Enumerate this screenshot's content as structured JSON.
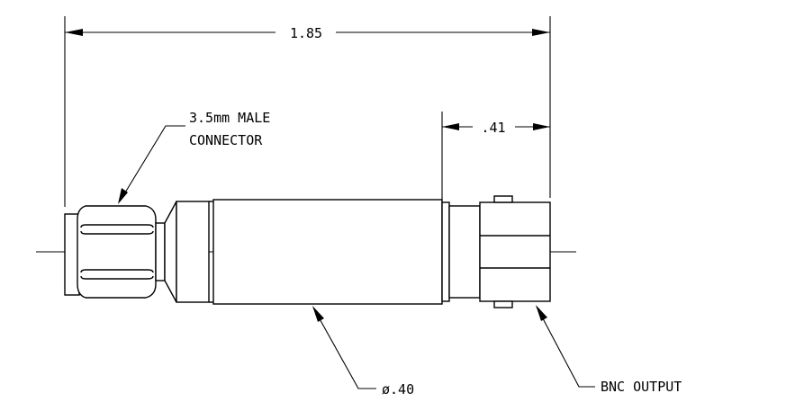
{
  "dimensions": {
    "overall_length": "1.85",
    "bnc_length": ".41",
    "body_diameter": "ø.40"
  },
  "callouts": {
    "connector_line1": "3.5mm MALE",
    "connector_line2": "CONNECTOR",
    "output": "BNC OUTPUT"
  }
}
